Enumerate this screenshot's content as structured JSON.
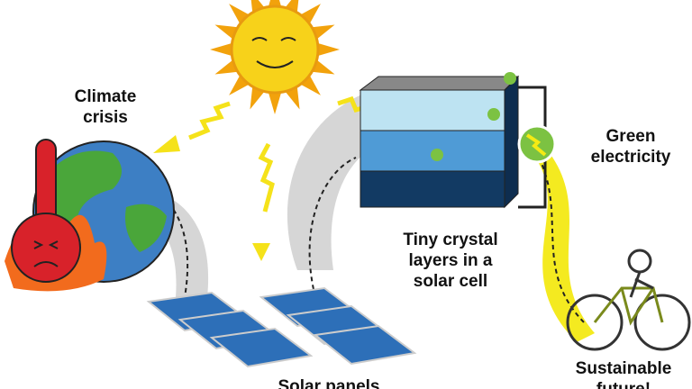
{
  "labels": {
    "climate": "Climate crisis",
    "green": "Green electricity",
    "crystal": "Tiny crystal layers in a solar cell",
    "panels": "Solar panels",
    "future": "Sustainable future!"
  },
  "colors": {
    "sun": "#f7d21a",
    "sun_ray": "#f2a20c",
    "earth_land": "#4aa63a",
    "earth_sea": "#3d7fc4",
    "thermo": "#d8222a",
    "fire": "#f26b1d",
    "cell_top": "#bde3f2",
    "cell_mid": "#4f9bd6",
    "cell_dark": "#123a63",
    "green_dot": "#7cc242",
    "bolt": "#f5ea14",
    "panel": "#2d6fb8"
  }
}
